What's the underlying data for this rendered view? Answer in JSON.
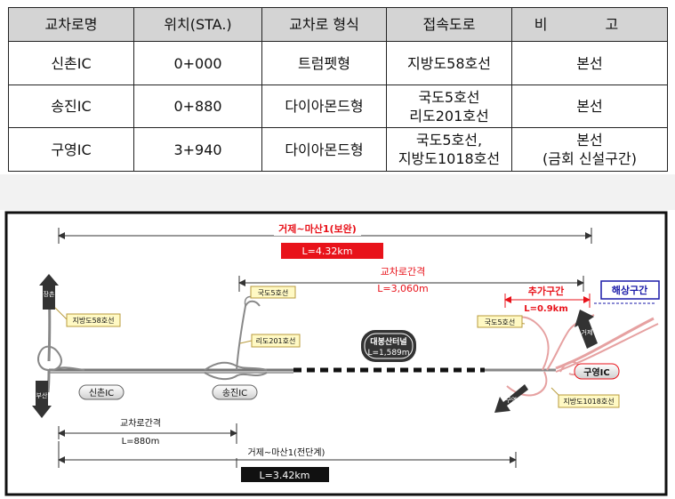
{
  "table": {
    "headers": [
      "교차로명",
      "위치(STA.)",
      "교차로 형식",
      "접속도로",
      "비 고"
    ],
    "rows": [
      {
        "name": "신촌IC",
        "sta": "0+000",
        "type": "트럼펫형",
        "road": [
          "지방도58호선"
        ],
        "note": [
          "본선"
        ]
      },
      {
        "name": "송진IC",
        "sta": "0+880",
        "type": "다이아몬드형",
        "road": [
          "국도5호선",
          "리도201호선"
        ],
        "note": [
          "본선"
        ]
      },
      {
        "name": "구영IC",
        "sta": "3+940",
        "type": "다이아몬드형",
        "road": [
          "국도5호선,",
          "지방도1018호선"
        ],
        "note": [
          "본선",
          "(금회 신설구간)"
        ]
      }
    ]
  },
  "diagram": {
    "top_span_title": "거제~마산1(보완)",
    "top_span_length": "L=4.32km",
    "mid_span_title": "교차로간격",
    "mid_span_length": "L=3,060m",
    "extra_title": "추가구간",
    "extra_length": "L=0.9km",
    "sea_label": "해상구간",
    "tunnel_title": "대봉산터널",
    "tunnel_length": "L=1,589m",
    "ic_sinchon": "신촌IC",
    "ic_songjin": "송진IC",
    "ic_guyeong": "구영IC",
    "tag_road58": "지방도58호선",
    "tag_road5_songjin": "국도5호선",
    "tag_ri201": "리도201호선",
    "tag_road5_guyeong": "국도5호선",
    "tag_road1018": "지방도1018호선",
    "arrow_jangchon": "장촌",
    "arrow_busan": "부산",
    "arrow_geoje": "거제",
    "arrow_guyeongri": "구영리",
    "bottom_interval_title": "교차로간격",
    "bottom_interval_length": "L=880m",
    "bottom_span_title": "거제~마산1(전단계)",
    "bottom_span_length": "L=3.42km",
    "colors": {
      "red": "#e8121a",
      "blue": "#1a1aa8",
      "tag_fill": "#fff9c4",
      "tag_border": "#b89b3c",
      "ramp_pink": "#e6a1a1"
    }
  }
}
